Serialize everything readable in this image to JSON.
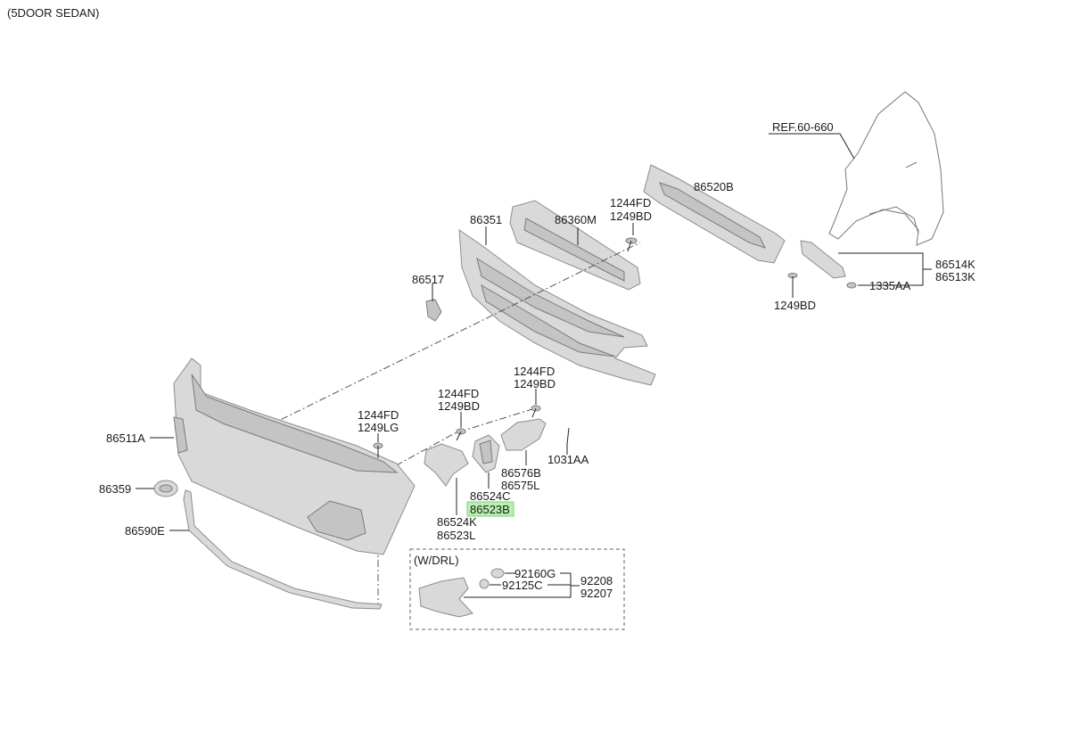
{
  "header": {
    "title": "(5DOOR SEDAN)"
  },
  "drl_box": {
    "title": "(W/DRL)"
  },
  "highlight_color": "#b9f0b0",
  "labels": {
    "ref": "REF.60-660",
    "p86520B": "86520B",
    "p86351": "86351",
    "p86360M": "86360M",
    "p1244FD_a": "1244FD",
    "p1249BD_a": "1249BD",
    "p86517": "86517",
    "p86514K": "86514K",
    "p86513K": "86513K",
    "p1335AA": "1335AA",
    "p1249BD_b": "1249BD",
    "p1244FD_b": "1244FD",
    "p1249BD_c": "1249BD",
    "p1244FD_c": "1244FD",
    "p1249BD_d": "1249BD",
    "p1244FD_d": "1244FD",
    "p1249LG": "1249LG",
    "p86511A": "86511A",
    "p86359": "86359",
    "p86590E": "86590E",
    "p1031AA": "1031AA",
    "p86576B": "86576B",
    "p86575L": "86575L",
    "p86524C": "86524C",
    "p86523B": "86523B",
    "p86524K": "86524K",
    "p86523L": "86523L",
    "p92160G": "92160G",
    "p92125C": "92125C",
    "p92208": "92208",
    "p92207": "92207"
  }
}
